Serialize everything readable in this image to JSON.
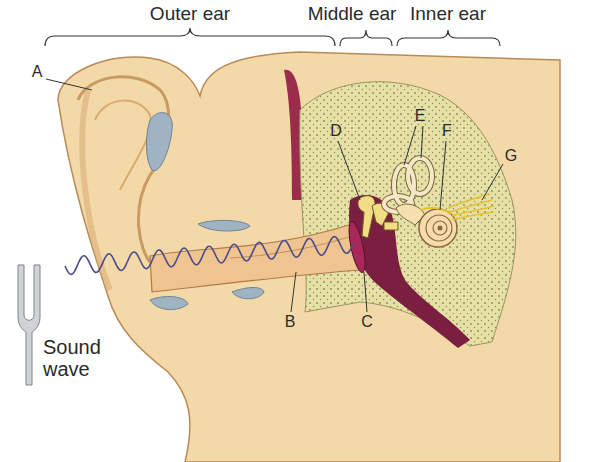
{
  "diagram": {
    "labels": [
      "Outer ear",
      "Middle ear",
      "Inner ear",
      "A",
      "D",
      "E",
      "F",
      "G",
      "B",
      "C",
      "Sound wave"
    ]
  }
}
